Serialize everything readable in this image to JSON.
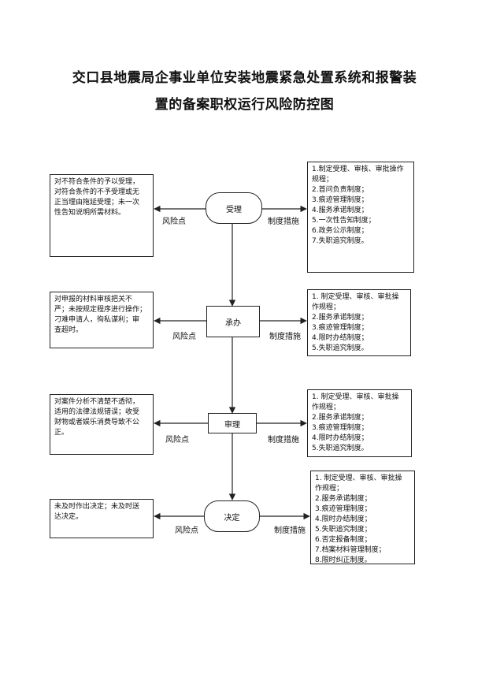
{
  "title_line1": "交口县地震局企事业单位安装地震紧急处置系统和报警装",
  "title_line2": "置的备案职权运行风险防控图",
  "risk_label": "风险点",
  "measure_label": "制度措施",
  "steps": [
    {
      "name": "受理",
      "risks": [
        "对不符合条件的予以受理，",
        "对符合条件的不予受理或无",
        "正当理由拖延受理；未一次",
        "性告知说明所需材料。"
      ],
      "measures": [
        "1.制定受理、审核、审批操作",
        "规程；",
        "2.首问负责制度；",
        "3.痕迹管理制度；",
        "4.服务承诺制度；",
        "5.一次性告知制度；",
        "6.政务公示制度；",
        "7.失职追究制度。"
      ]
    },
    {
      "name": "承办",
      "risks": [
        "对申报的材料审核把关不",
        "严；未按规定程序进行操作；",
        "刁难申请人，徇私谋利；审",
        "查超时。"
      ],
      "measures": [
        "1. 制定受理、审核、审批操",
        "作规程；",
        "2.服务承诺制度；",
        "3.痕迹管理制度；",
        "4.限时办结制度；",
        "5.失职追究制度。"
      ]
    },
    {
      "name": "审理",
      "risks": [
        "对案件分析不清楚不透彻，",
        "适用的法律法规错误；收受",
        "财物或者娱乐消费导致不公",
        "正。"
      ],
      "measures": [
        "1. 制定受理、审核、审批操",
        "作规程；",
        "2.服务承诺制度；",
        "3.痕迹管理制度；",
        "4.限时办结制度；",
        "5.失职追究制度。"
      ]
    },
    {
      "name": "决定",
      "risks": [
        "未及时作出决定；未及时送",
        "达决定。"
      ],
      "measures": [
        "1. 制定受理、审核、审批操",
        "作规程；",
        "2.服务承诺制度；",
        "3.痕迹管理制度；",
        "4.限时办结制度；",
        "5.失职追究制度；",
        "6.否定报备制度；",
        "7.档案材料管理制度；",
        "8.限时纠正制度。"
      ]
    }
  ]
}
